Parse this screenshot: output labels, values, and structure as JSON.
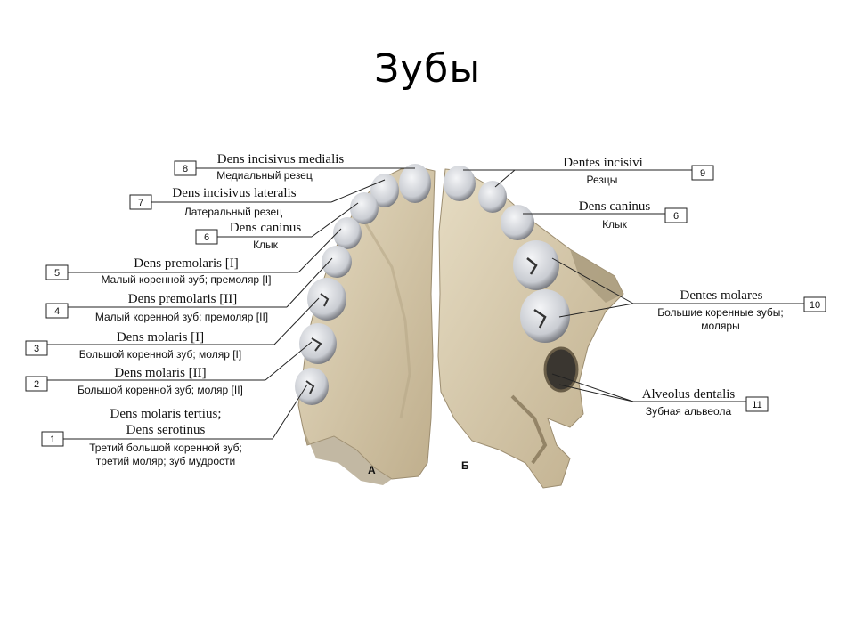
{
  "slide": {
    "title": "Зубы"
  },
  "panels": {
    "left": "А",
    "right": "Б"
  },
  "colors": {
    "bone": "#d8ccb0",
    "bone_shadow": "#a89a7c",
    "tooth": "#e4e6ea",
    "tooth_dark": "#5a5c62"
  },
  "left_labels": [
    {
      "num": "8",
      "lat": "Dens incisivus medialis",
      "ru": "Медиальный резец"
    },
    {
      "num": "7",
      "lat": "Dens incisivus lateralis",
      "ru": "Латеральный резец"
    },
    {
      "num": "6",
      "lat": "Dens caninus",
      "ru": "Клык"
    },
    {
      "num": "5",
      "lat": "Dens premolaris [I]",
      "ru": "Малый коренной зуб; премоляр [I]"
    },
    {
      "num": "4",
      "lat": "Dens premolaris [II]",
      "ru": "Малый коренной зуб; премоляр [II]"
    },
    {
      "num": "3",
      "lat": "Dens molaris [I]",
      "ru": "Большой коренной зуб; моляр [I]"
    },
    {
      "num": "2",
      "lat": "Dens molaris [II]",
      "ru": "Большой коренной зуб; моляр [II]"
    },
    {
      "num": "1",
      "lat1": "Dens molaris tertius;",
      "lat2": "Dens serotinus",
      "ru1": "Третий большой коренной зуб;",
      "ru2": "третий моляр; зуб мудрости"
    }
  ],
  "right_labels": [
    {
      "num": "9",
      "lat": "Dentes incisivi",
      "ru": "Резцы"
    },
    {
      "num": "6",
      "lat": "Dens caninus",
      "ru": "Клык"
    },
    {
      "num": "10",
      "lat": "Dentes molares",
      "ru1": "Большие коренные зубы;",
      "ru2": "моляры"
    },
    {
      "num": "11",
      "lat": "Alveolus dentalis",
      "ru": "Зубная альвеола"
    }
  ]
}
